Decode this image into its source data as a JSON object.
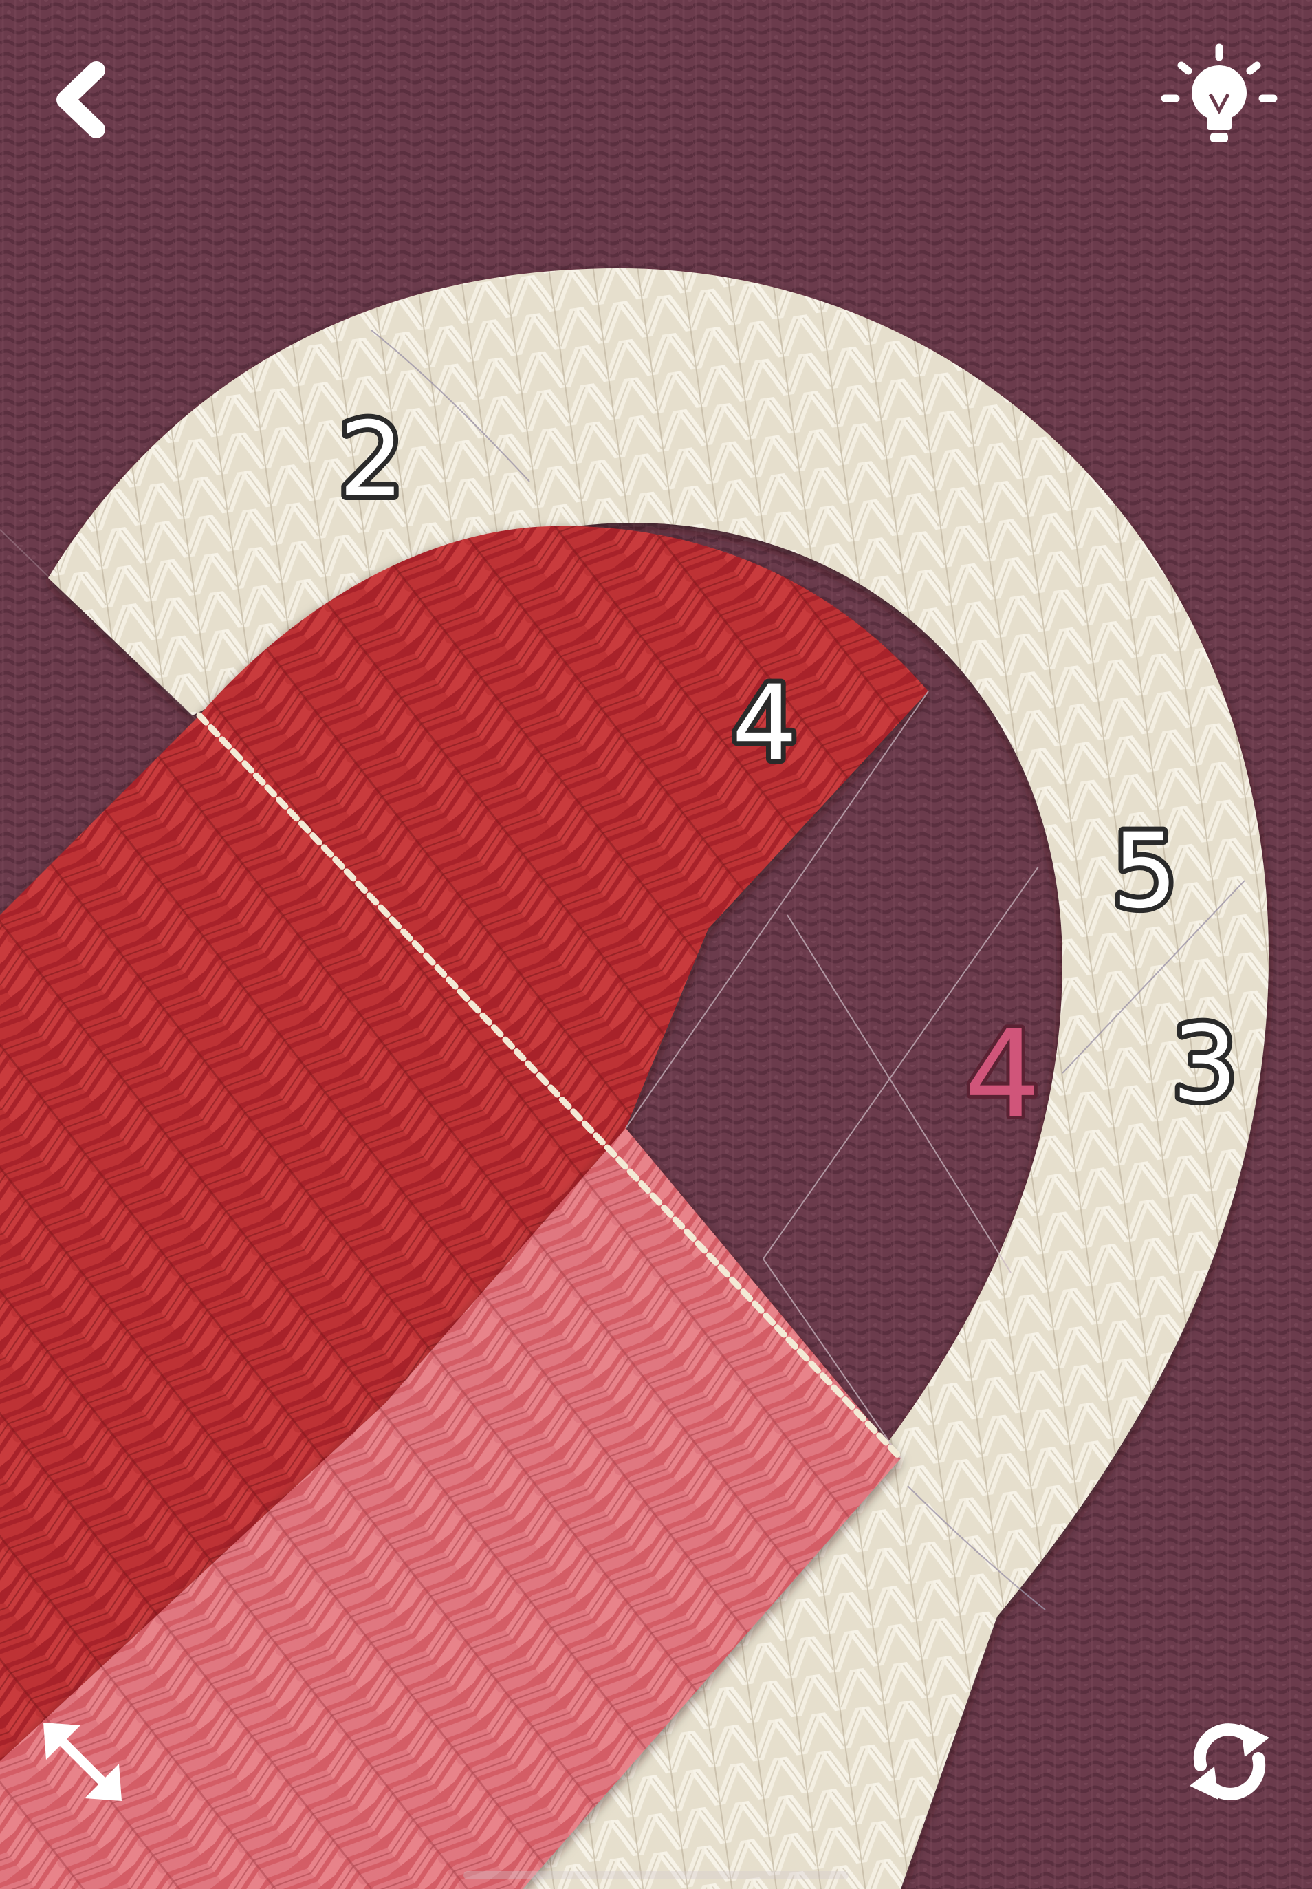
{
  "toolbar": {
    "back_icon": "chevron-left-icon",
    "hint_icon": "lightbulb-icon",
    "expand_icon": "expand-arrows-icon",
    "restart_icon": "refresh-icon"
  },
  "colors": {
    "background": "#6b3b4c",
    "cream_yarn": "#eae3d2",
    "red_yarn": "#b3282c",
    "pink_yarn": "#d9636c",
    "active_number": "#d0557a",
    "number_fill": "#ffffff",
    "number_outline": "#2a2a2a"
  },
  "regions": [
    {
      "id": "top-arc",
      "number": "2",
      "filled": true,
      "yarn": "cream"
    },
    {
      "id": "upper-red-band",
      "number": "4",
      "filled": true,
      "yarn": "red"
    },
    {
      "id": "right-arc-upper",
      "number": "5",
      "filled": true,
      "yarn": "cream"
    },
    {
      "id": "right-arc-lower",
      "number": "3",
      "filled": true,
      "yarn": "cream"
    },
    {
      "id": "empty-center",
      "number": "4",
      "filled": false,
      "active": true
    }
  ]
}
